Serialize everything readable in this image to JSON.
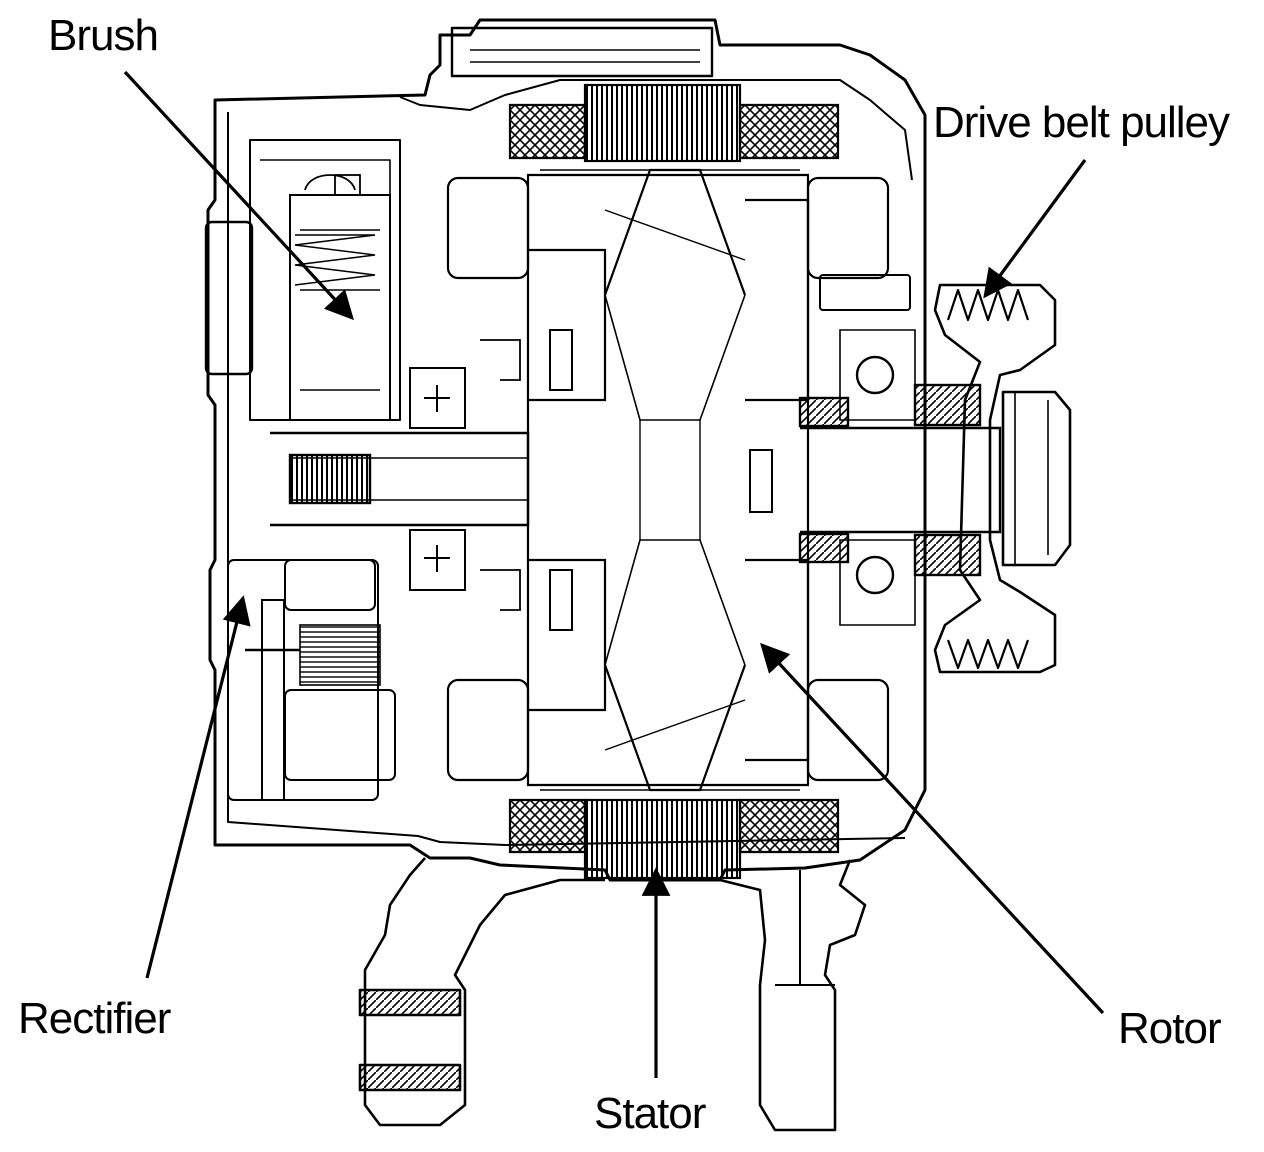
{
  "labels": {
    "brush": "Brush",
    "drive_belt_pulley": "Drive belt pulley",
    "rectifier": "Rectifier",
    "rotor": "Rotor",
    "stator": "Stator"
  },
  "colors": {
    "ink": "#000000",
    "paper": "#ffffff"
  }
}
